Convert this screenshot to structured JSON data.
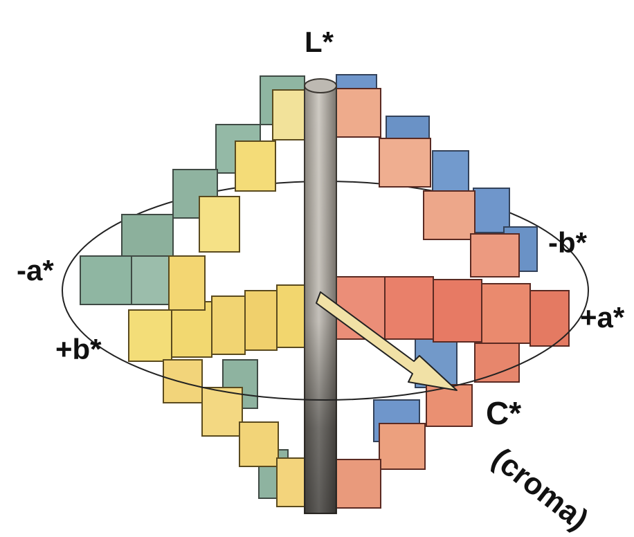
{
  "labels": {
    "l_axis": "L*",
    "minus_a": "-a*",
    "minus_b": "-b*",
    "plus_a": "+a*",
    "plus_b": "+b*",
    "chroma": "C*",
    "chroma_name": "(croma)"
  },
  "colors": {
    "red": "#e9806a",
    "red_light": "#eeae8e",
    "yellow": "#f2d870",
    "yellow_light": "#f2e29a",
    "green": "#8fb6a2",
    "blue": "#6f96cb",
    "cylinder": "#b7b3ab",
    "cylinder_dark": "#56514b",
    "arrow_fill": "#f1e1a6"
  }
}
